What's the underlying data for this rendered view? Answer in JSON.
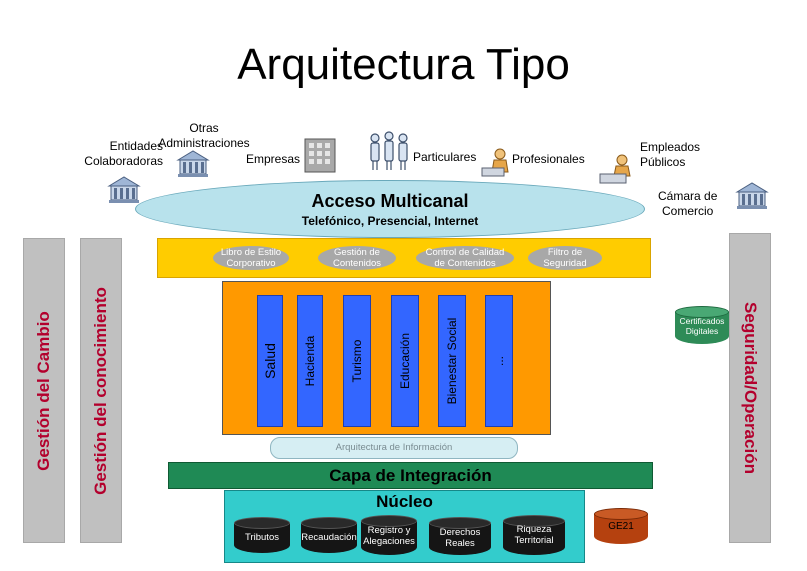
{
  "title": "Arquitectura Tipo",
  "actors": {
    "entidades": "Entidades\nColaboradoras",
    "otras": "Otras\nAdministraciones",
    "empresas": "Empresas",
    "particulares": "Particulares",
    "profesionales": "Profesionales",
    "empleados": "Empleados\nPúblicos",
    "camara": "Cámara de\nComercio"
  },
  "multicanal": {
    "title": "Acceso Multicanal",
    "subtitle": "Telefónico, Presencial, Internet"
  },
  "services": [
    "Libro de Estilo\nCorporativo",
    "Gestión de\nContenidos",
    "Control de Calidad\nde Contenidos",
    "Filtro de\nSeguridad"
  ],
  "verticals": [
    "Salud",
    "Hacienda",
    "Turismo",
    "Educación",
    "Bienestar Social",
    "..."
  ],
  "arquitectura_informacion": "Arquitectura de Información",
  "capa_integracion": "Capa de Integración",
  "nucleo": {
    "title": "Núcleo",
    "items": [
      "Tributos",
      "Recaudación",
      "Registro y\nAlegaciones",
      "Derechos\nReales",
      "Riqueza\nTerritorial"
    ]
  },
  "certificados": "Certificados\nDigitales",
  "ge21": "GE21",
  "sidebars": {
    "cambio": "Gestión del Cambio",
    "conocimiento": "Gestión del conocimiento",
    "seguridad": "Seguridad/Operación"
  },
  "colors": {
    "multicanal": "#b8e2ec",
    "services_bar": "#ffcc00",
    "verticals_box": "#ff9900",
    "vertical_column": "#3366ff",
    "integracion": "#1f8a55",
    "nucleo": "#33cccc",
    "sidebar_text": "#b3002d"
  }
}
